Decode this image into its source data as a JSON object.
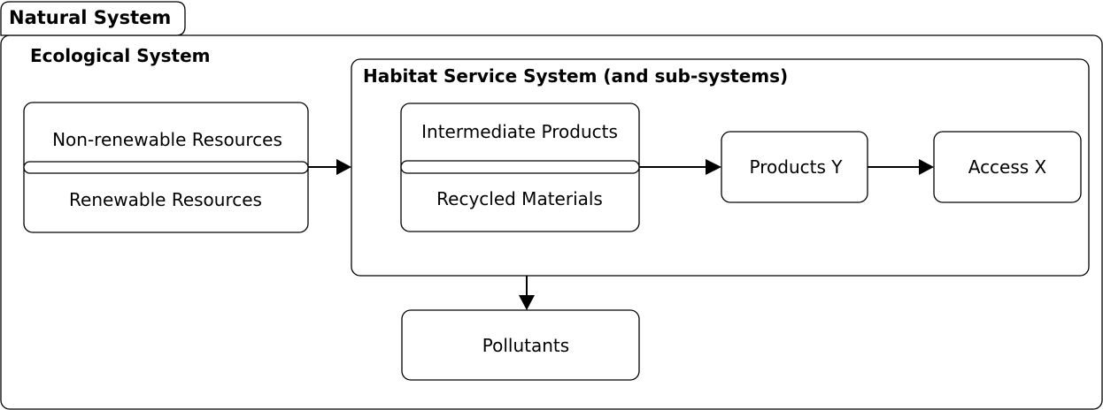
{
  "diagram": {
    "natural_system": {
      "title": "Natural System"
    },
    "ecological_system": {
      "title": "Ecological System"
    },
    "resources": {
      "non_renewable": "Non-renewable Resources",
      "renewable": "Renewable Resources"
    },
    "habitat_service_system": {
      "title": "Habitat Service System (and sub-systems)",
      "intermediate_products": "Intermediate Products",
      "recycled_materials": "Recycled Materials",
      "products": "Products Y",
      "access": "Access X"
    },
    "pollutants": "Pollutants"
  }
}
